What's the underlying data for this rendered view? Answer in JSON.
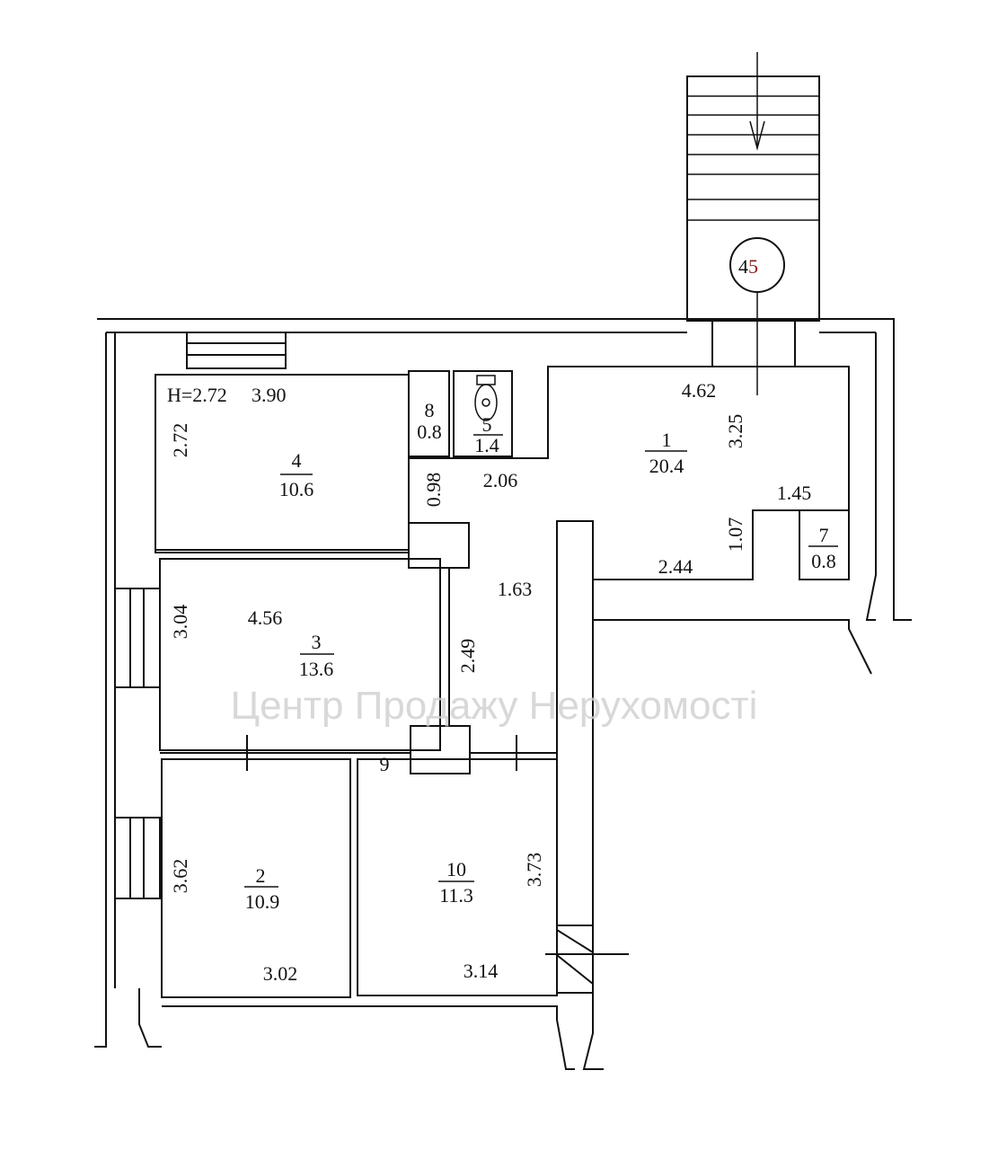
{
  "plan": {
    "height_label": "H=2.72",
    "entrance_number": "4",
    "entrance_number_red": "5",
    "watermark": "Центр Продажу Нерухомості",
    "accent_color": "#8b1a1a",
    "rooms": [
      {
        "num": "1",
        "area": "20.4"
      },
      {
        "num": "2",
        "area": "10.9"
      },
      {
        "num": "3",
        "area": "13.6"
      },
      {
        "num": "4",
        "area": "10.6"
      },
      {
        "num": "5",
        "area": "1.4"
      },
      {
        "num": "7",
        "area": "0.8"
      },
      {
        "num": "8",
        "area": "0.8"
      },
      {
        "num": "10",
        "area": "11.3"
      }
    ],
    "dims": {
      "r4_w": "3.90",
      "r4_h": "2.72",
      "r8_w": "0.98",
      "r5_w": "2.06",
      "r1_w": "4.62",
      "r1_h": "3.25",
      "r1_a": "1.45",
      "r1_b": "1.07",
      "r1_c": "2.44",
      "corr": "1.63",
      "corr_h": "2.49",
      "r3_w": "4.56",
      "r3_h": "3.04",
      "r2_h": "3.62",
      "r2_w": "3.02",
      "r10_h": "3.73",
      "r10_w": "3.14",
      "r9": "9"
    }
  }
}
